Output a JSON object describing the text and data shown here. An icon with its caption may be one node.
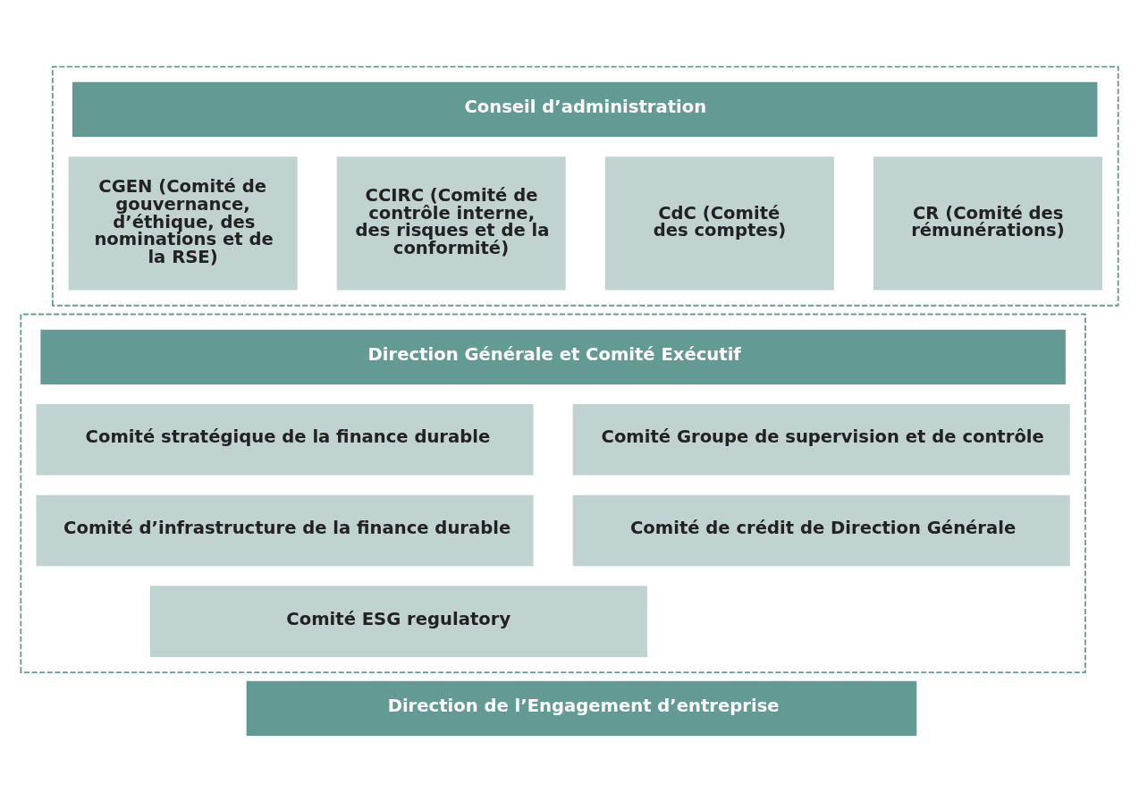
{
  "diagram": {
    "nodes": [
      {
        "text": [],
        "shape": "box"
      },
      {
        "text": [
          "Conseil d’administration"
        ],
        "in": 0
      },
      {
        "text": [
          "CGEN (Comité de gouvernance, d’éthique, des nominations et de la RSE)"
        ],
        "in": 0
      },
      {
        "text": [
          "CCIRC (Comité de contrôle interne, des risques et de la conformité)"
        ],
        "in": 0
      },
      {
        "text": [
          "CdC (Comité des comptes)"
        ],
        "in": 0
      },
      {
        "text": [
          "CR (Comité des rémunérations)"
        ],
        "in": 0
      },
      {
        "text": [],
        "shape": "box"
      },
      {
        "text": [
          "Direction Générale et Comité Exécutif"
        ],
        "in": 6
      },
      {
        "text": [
          "Comité stratégique de la finance durable"
        ],
        "in": 6
      },
      {
        "text": [
          "Comité Groupe de supervision et de contrôle"
        ],
        "in": 6
      },
      {
        "text": [
          "Comité d’infrastructure de la finance durable"
        ],
        "in": 6
      },
      {
        "text": [
          "Comité de crédit de Direction Générale"
        ],
        "in": 6
      },
      {
        "text": [
          "Comité ESG regulatory"
        ],
        "in": 6
      },
      {
        "text": [
          "Direction de l’Engagement d’entreprise"
        ]
      }
    ]
  }
}
